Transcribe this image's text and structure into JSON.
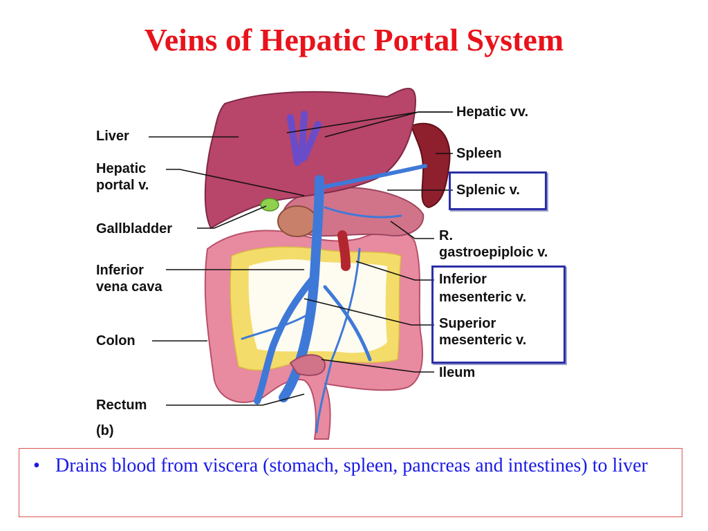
{
  "slide": {
    "title": "Veins of Hepatic Portal System",
    "bullet_symbol": "•",
    "bullet_text": "Drains blood from viscera (stomach, spleen, pancreas and intestines) to liver"
  },
  "figure": {
    "panel_label": "(b)",
    "labels_left": {
      "liver": "Liver",
      "hepatic_portal_v": [
        "Hepatic",
        "portal v."
      ],
      "gallbladder": "Gallbladder",
      "inferior_vena_cava": [
        "Inferior",
        "vena cava"
      ],
      "colon": "Colon",
      "rectum": "Rectum"
    },
    "labels_right": {
      "hepatic_vv": "Hepatic vv.",
      "spleen": "Spleen",
      "splenic_v": "Splenic v.",
      "r_gastroepiploic_v": [
        "R.",
        "gastroepiploic v."
      ],
      "inferior_mesenteric_v": [
        "Inferior",
        "mesenteric v."
      ],
      "superior_mesenteric_v": [
        "Superior",
        "mesenteric v."
      ],
      "ileum": "Ileum"
    },
    "colors": {
      "title": "#e8131b",
      "bullet_text": "#1a1ae6",
      "highlight_box": "#2b2fa6",
      "liver": "#b8456a",
      "veins": "#3f79d8",
      "colon": "#e88aa0",
      "fat": "#f3dc6a"
    }
  }
}
